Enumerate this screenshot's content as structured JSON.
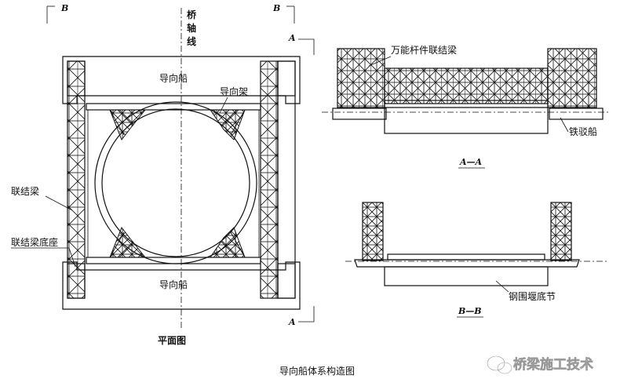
{
  "labels": {
    "section_b": "B",
    "section_a": "A",
    "bridge_axis": "桥轴线",
    "guide_ship": "导向船",
    "guide_frame": "导向架",
    "tie_beam": "联结梁",
    "tie_beam_base": "联结梁底座",
    "plan_view": "平面图",
    "universal_tie_beam": "万能杆件联结梁",
    "iron_barge": "铁驳船",
    "view_aa": "A—A",
    "view_bb": "B—B",
    "cofferdam_bottom": "钢围堰底节",
    "figure_caption": "导向船体系构造图"
  },
  "watermark": {
    "text": "桥梁施工技术",
    "icon": "wechat-icon"
  }
}
